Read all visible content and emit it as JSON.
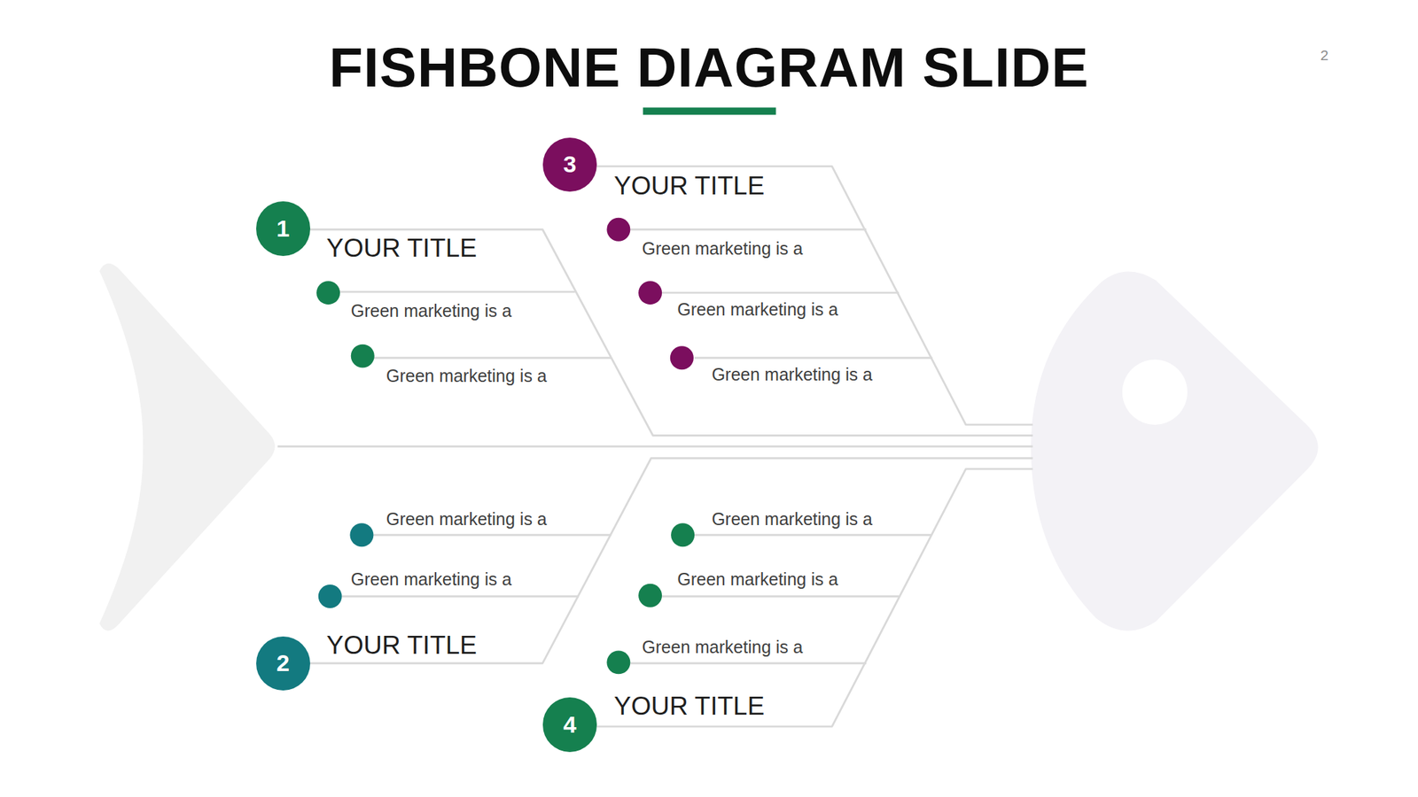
{
  "diagram": {
    "title": "FISHBONE DIAGRAM SLIDE",
    "nodes": [
      {
        "text": [
          "1",
          "YOUR TITLE"
        ]
      },
      {
        "text": [
          "2",
          "YOUR TITLE"
        ]
      },
      {
        "text": [
          "3",
          "YOUR TITLE"
        ]
      },
      {
        "text": [
          "4",
          "YOUR TITLE"
        ]
      }
    ],
    "labels": [
      "Green marketing is a",
      "Green marketing is a",
      "Green marketing is a",
      "Green marketing is a",
      "Green marketing is a",
      "Green marketing is a",
      "Green marketing is a",
      "Green marketing is a",
      "Green marketing is a",
      "Green marketing is a",
      "2"
    ]
  }
}
